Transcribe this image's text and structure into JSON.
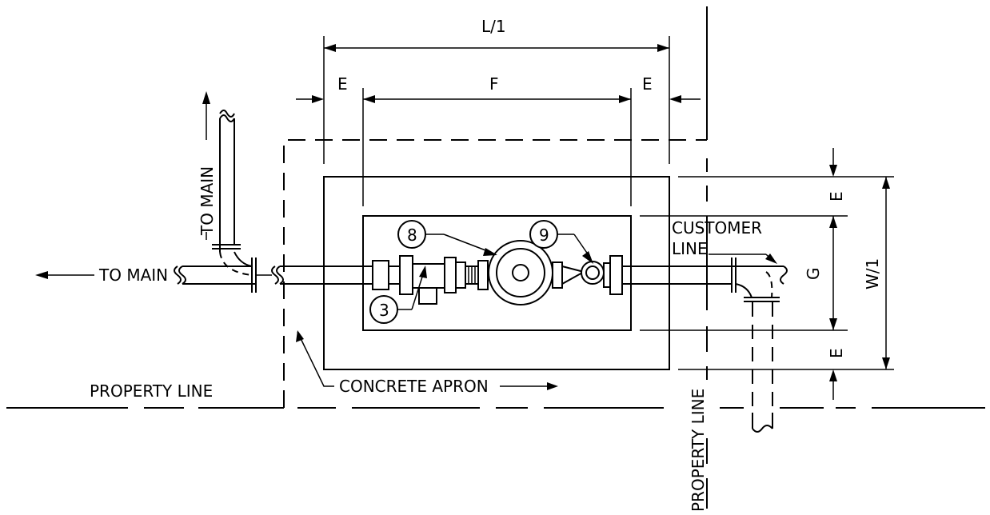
{
  "labels": {
    "to_main_horizontal": "TO MAIN",
    "to_main_vertical": "TO MAIN",
    "property_line_horizontal": "PROPERTY LINE",
    "property_line_vertical": "PROPERTY LINE",
    "concrete_apron": "CONCRETE APRON",
    "customer_line_1": "CUSTOMER",
    "customer_line_2": "LINE"
  },
  "dimensions": {
    "overall_length": "L/1",
    "edge_left": "E",
    "inner_length": "F",
    "edge_right": "E",
    "edge_top": "E",
    "inner_width": "G",
    "edge_bottom": "E",
    "overall_width": "W/1"
  },
  "callouts": {
    "meter": "8",
    "valve_right": "9",
    "valve_left": "3"
  }
}
